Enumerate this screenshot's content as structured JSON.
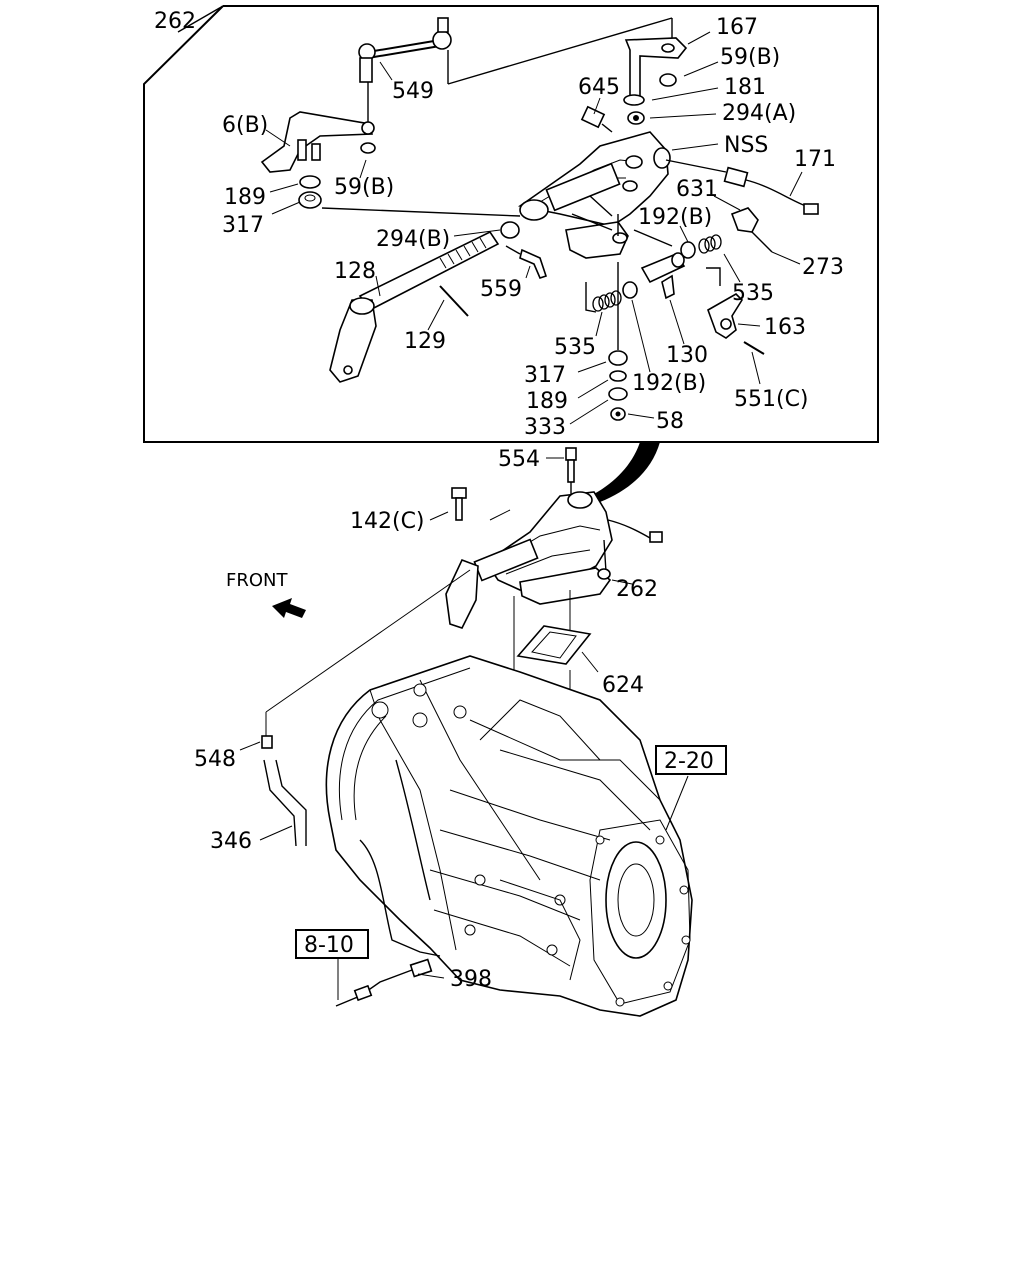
{
  "callouts": {
    "c262_top": "262",
    "c167": "167",
    "c59b_a": "59(B)",
    "c549": "549",
    "c645": "645",
    "c181": "181",
    "c294a": "294(A)",
    "c6b": "6(B)",
    "cnss": "NSS",
    "c171": "171",
    "c189_a": "189",
    "c59b_b": "59(B)",
    "c631": "631",
    "c317_a": "317",
    "c294b": "294(B)",
    "c192b_a": "192(B)",
    "c273": "273",
    "c128": "128",
    "c559": "559",
    "c535_a": "535",
    "c163": "163",
    "c129": "129",
    "c535_b": "535",
    "c130": "130",
    "c317_b": "317",
    "c192b_b": "192(B)",
    "c551c": "551(C)",
    "c189_b": "189",
    "c333": "333",
    "c58": "58",
    "c554": "554",
    "c142c": "142(C)",
    "c262_mid": "262",
    "c624": "624",
    "c548": "548",
    "c346": "346",
    "c398": "398"
  },
  "references": {
    "r220": "2-20",
    "r810": "8-10"
  },
  "front_label": "FRONT"
}
